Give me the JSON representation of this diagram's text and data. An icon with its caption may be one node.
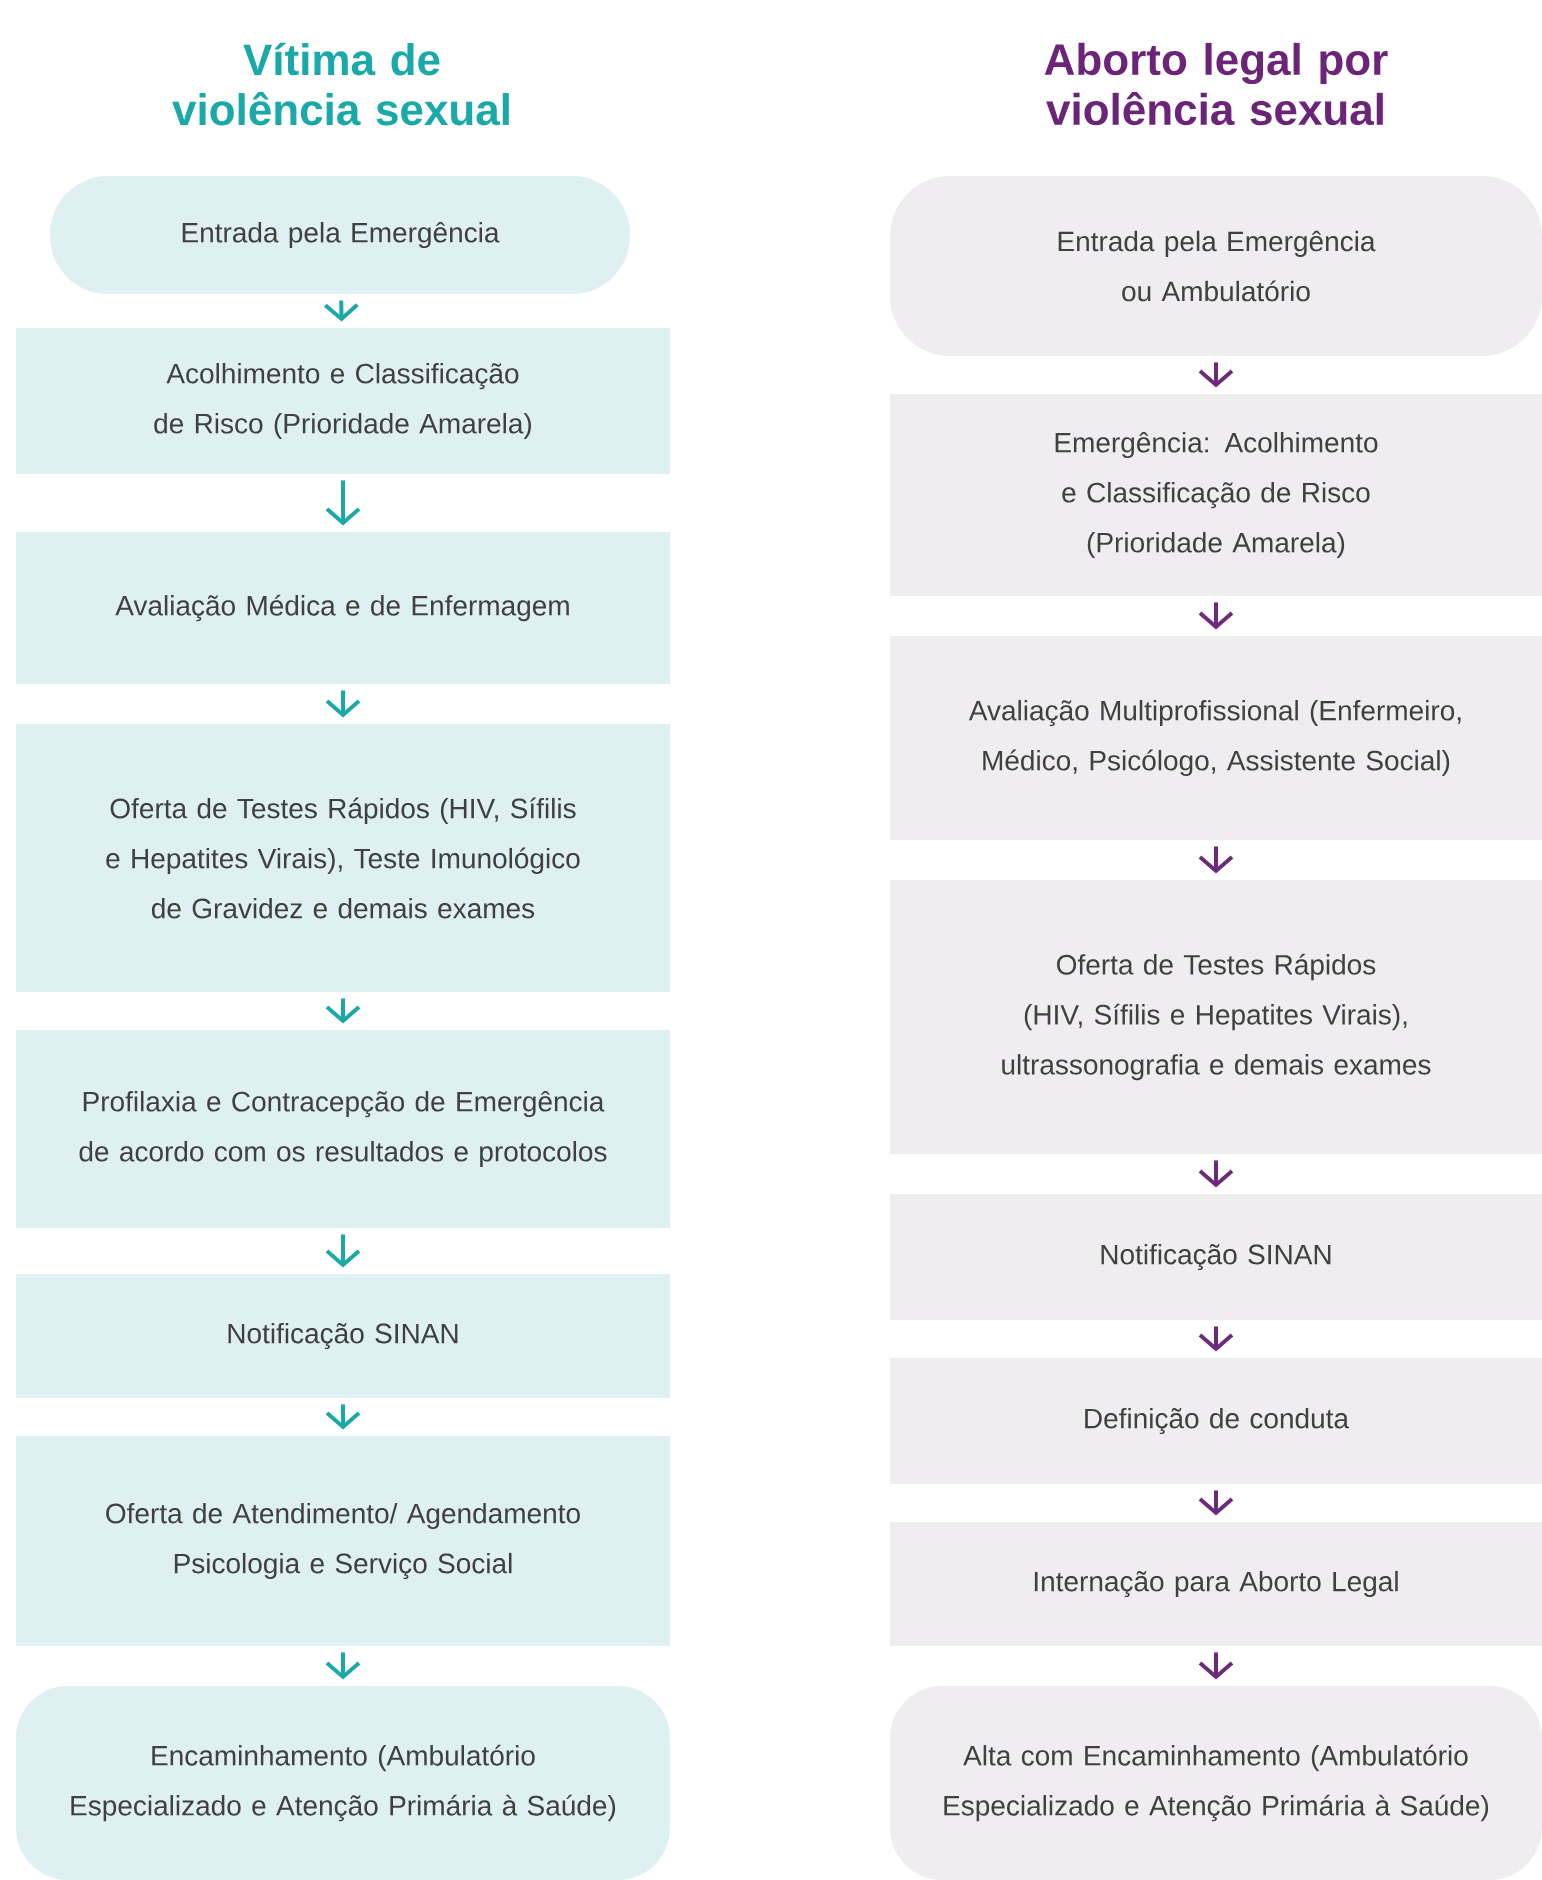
{
  "diagram": {
    "nodes": [
      {
        "text": [
          "Entrada pela Emergência"
        ]
      },
      {
        "text": [
          "Acolhimento e Classificação de Risco (Prioridade Amarela)"
        ]
      },
      {
        "text": [
          "Avaliação Médica e de Enfermagem"
        ]
      },
      {
        "text": [
          "Oferta de Testes Rápidos (HIV, Sífilis e Hepatites Virais), Teste Imunológico de Gravidez e demais exames"
        ]
      },
      {
        "text": [
          "Profilaxia e Contracepção de Emergência de acordo com os resultados e protocolos"
        ]
      },
      {
        "text": [
          "Notificação SINAN"
        ]
      },
      {
        "text": [
          "Oferta de Atendimento/ Agendamento Psicologia e Serviço Social"
        ]
      },
      {
        "text": [
          "Encaminhamento (Ambulatório Especializado e Atenção Primária à Saúde)"
        ]
      },
      {
        "text": [
          "Entrada pela Emergência ou Ambulatório"
        ]
      },
      {
        "text": [
          "Emergência: Acolhimento e Classificação de Risco (Prioridade Amarela)"
        ]
      },
      {
        "text": [
          "Avaliação Multiprofissional (Enfermeiro, Médico, Psicólogo, Assistente Social)"
        ]
      },
      {
        "text": [
          "Oferta de Testes Rápidos (HIV, Sífilis e Hepatites Virais), ultrassonografia e demais exames"
        ]
      },
      {
        "text": [
          "Notificação SINAN"
        ]
      },
      {
        "text": [
          "Definição de conduta"
        ]
      },
      {
        "text": [
          "Internação para Aborto Legal"
        ]
      },
      {
        "text": [
          "Alta com Encaminhamento (Ambulatório Especializado e Atenção Primária à Saúde)"
        ]
      }
    ],
    "edges": [
      {
        "from": 0,
        "to": 1,
        "arrow": "to"
      },
      {
        "from": 1,
        "to": 2,
        "arrow": "to"
      },
      {
        "from": 2,
        "to": 3,
        "arrow": "to"
      },
      {
        "from": 3,
        "to": 4,
        "arrow": "to"
      },
      {
        "from": 4,
        "to": 5,
        "arrow": "to"
      },
      {
        "from": 5,
        "to": 6,
        "arrow": "to"
      },
      {
        "from": 6,
        "to": 7,
        "arrow": "to"
      },
      {
        "from": 8,
        "to": 9,
        "arrow": "to",
        "color": "#6b2a7a"
      },
      {
        "from": 9,
        "to": 10,
        "arrow": "to",
        "color": "#6b2a7a"
      },
      {
        "from": 10,
        "to": 11,
        "arrow": "to",
        "color": "#6b2a7a"
      },
      {
        "from": 11,
        "to": 12,
        "arrow": "to",
        "color": "#6b2a7a"
      },
      {
        "from": 12,
        "to": 13,
        "arrow": "to",
        "color": "#6b2a7a"
      },
      {
        "from": 13,
        "to": 14,
        "arrow": "to",
        "color": "#6b2a7a"
      },
      {
        "from": 14,
        "to": 15,
        "arrow": "to",
        "color": "#6b2a7a"
      }
    ],
    "labels": [
      "Vítima de violência sexual",
      "Aborto legal por violência sexual"
    ]
  }
}
